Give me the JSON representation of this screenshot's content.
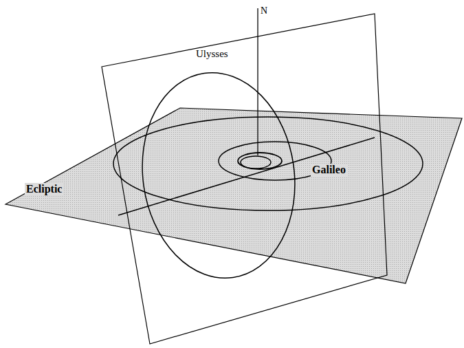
{
  "diagram": {
    "labels": [
      "N",
      "Ulysses",
      "Ecliptic",
      "Galileo"
    ]
  }
}
